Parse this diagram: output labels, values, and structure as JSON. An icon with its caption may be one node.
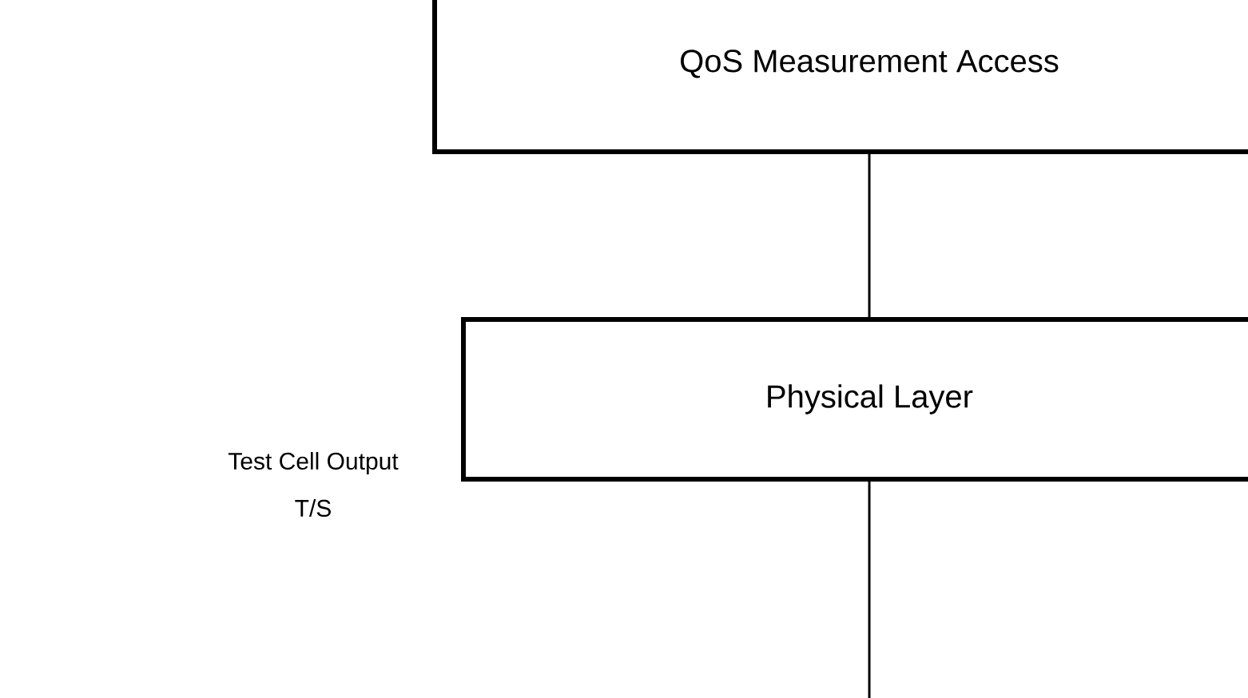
{
  "diagram": {
    "nodes": [
      {
        "text": [
          "QoS Measurement Access"
        ]
      },
      {
        "text": [
          "Physical Layer"
        ]
      }
    ],
    "edges": [
      {
        "from": 0,
        "to": 1,
        "arrow": "none"
      },
      {
        "from": 1,
        "to": null,
        "arrow": "none"
      }
    ],
    "labels": [
      "Test Cell Output",
      "T/S"
    ]
  }
}
